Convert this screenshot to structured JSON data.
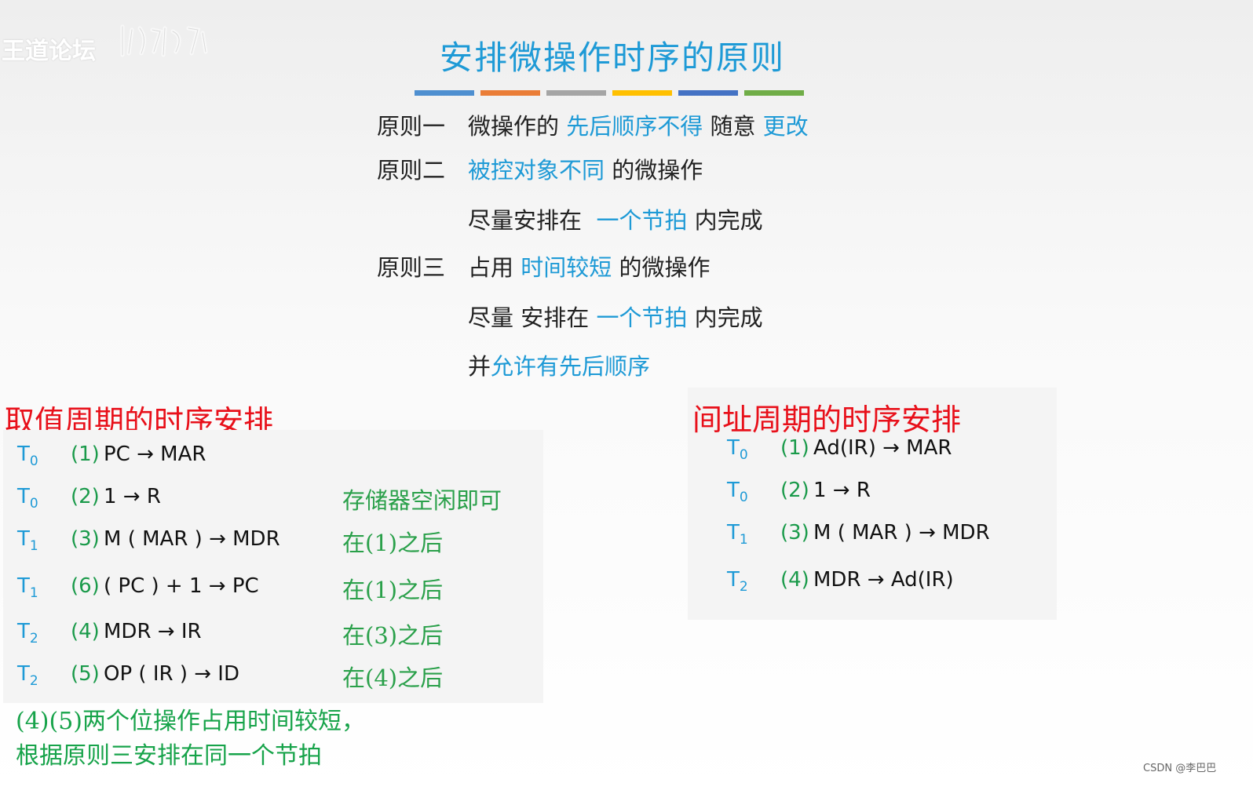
{
  "watermark": {
    "text": "王道论坛"
  },
  "title": "安排微操作时序的原则",
  "colors": [
    "#4e8fd0",
    "#ea7d37",
    "#a5a5a5",
    "#ffc000",
    "#4472c4",
    "#70ad47"
  ],
  "principles": [
    {
      "label": "原则一",
      "lines": [
        [
          {
            "text": "微操作的 ",
            "hl": false
          },
          {
            "text": "先后顺序不得",
            "hl": true
          },
          {
            "text": " 随意 ",
            "hl": false
          },
          {
            "text": "更改",
            "hl": true
          }
        ]
      ]
    },
    {
      "label": "原则二",
      "lines": [
        [
          {
            "text": "被控对象不同",
            "hl": true
          },
          {
            "text": " 的微操作",
            "hl": false
          }
        ],
        [
          {
            "text": "尽量安排在  ",
            "hl": false
          },
          {
            "text": "一个节拍",
            "hl": true
          },
          {
            "text": " 内完成",
            "hl": false
          }
        ]
      ]
    },
    {
      "label": "原则三",
      "lines": [
        [
          {
            "text": "占用 ",
            "hl": false
          },
          {
            "text": "时间较短",
            "hl": true
          },
          {
            "text": " 的微操作",
            "hl": false
          }
        ],
        [
          {
            "text": "尽量 安排在 ",
            "hl": false
          },
          {
            "text": "一个节拍",
            "hl": true
          },
          {
            "text": " 内完成",
            "hl": false
          }
        ],
        [
          {
            "text": "并",
            "hl": false
          },
          {
            "text": "允许有先后顺序",
            "hl": true
          }
        ]
      ]
    }
  ],
  "fetch": {
    "title": "取值周期的时序安排",
    "rows": [
      {
        "t": "T",
        "sub": "0",
        "num": "(1)",
        "op": "PC → MAR",
        "note": ""
      },
      {
        "t": "T",
        "sub": "0",
        "num": "(2)",
        "op": "1 → R",
        "note": "存储器空闲即可"
      },
      {
        "t": "T",
        "sub": "1",
        "num": "(3)",
        "op": "M ( MAR ) → MDR",
        "note": "在(1)之后"
      },
      {
        "t": "T",
        "sub": "1",
        "num": "(6)",
        "op": "( PC ) + 1 → PC",
        "note": "在(1)之后"
      },
      {
        "t": "T",
        "sub": "2",
        "num": "(4)",
        "op": "MDR → IR",
        "note": "在(3)之后"
      },
      {
        "t": "T",
        "sub": "2",
        "num": "(5)",
        "op": "OP ( IR ) → ID",
        "note": "在(4)之后"
      }
    ]
  },
  "indirect": {
    "title": "间址周期的时序安排",
    "rows": [
      {
        "t": "T",
        "sub": "0",
        "num": "(1)",
        "op": "Ad(IR) → MAR"
      },
      {
        "t": "T",
        "sub": "0",
        "num": "(2)",
        "op": "1 → R"
      },
      {
        "t": "T",
        "sub": "1",
        "num": "(3)",
        "op": "M ( MAR ) → MDR"
      },
      {
        "t": "T",
        "sub": "2",
        "num": "(4)",
        "op": "MDR → Ad(IR)"
      }
    ]
  },
  "conclusion": [
    "(4)(5)两个位操作占用时间较短，",
    "根据原则三安排在同一个节拍"
  ],
  "credit": "CSDN @李巴巴"
}
